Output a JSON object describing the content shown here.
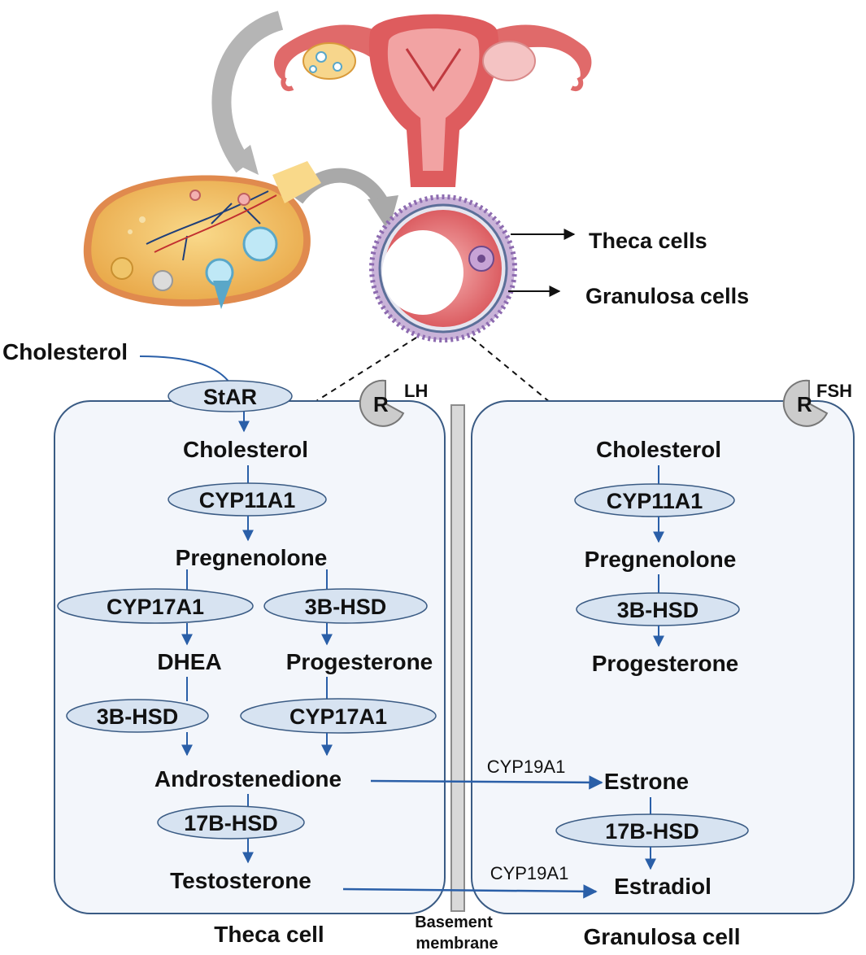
{
  "top_labels": {
    "theca_cells": "Theca cells",
    "granulosa_cells": "Granulosa cells",
    "cholesterol_outside": "Cholesterol",
    "star": "StAR"
  },
  "receptors": {
    "r_symbol": "R",
    "lh": "LH",
    "fsh": "FSH"
  },
  "theca": {
    "cell_label": "Theca cell",
    "cholesterol": "Cholesterol",
    "cyp11a1": "CYP11A1",
    "pregnenolone": "Pregnenolone",
    "cyp17a1_left": "CYP17A1",
    "hsd3b_right": "3B-HSD",
    "dhea": "DHEA",
    "progesterone": "Progesterone",
    "hsd3b_left": "3B-HSD",
    "cyp17a1_right": "CYP17A1",
    "androstenedione": "Androstenedione",
    "hsd17b": "17B-HSD",
    "testosterone": "Testosterone"
  },
  "granulosa": {
    "cell_label": "Granulosa cell",
    "cholesterol": "Cholesterol",
    "cyp11a1": "CYP11A1",
    "pregnenolone": "Pregnenolone",
    "hsd3b": "3B-HSD",
    "progesterone": "Progesterone",
    "estrone": "Estrone",
    "hsd17b": "17B-HSD",
    "estradiol": "Estradiol"
  },
  "transfer": {
    "cyp19a1_top": "CYP19A1",
    "cyp19a1_bottom": "CYP19A1"
  },
  "membrane": {
    "line1": "Basement",
    "line2": "membrane"
  },
  "colors": {
    "cell_fill": "#f3f6fb",
    "cell_stroke": "#3a5b84",
    "enzyme_fill": "#d7e3f1",
    "arrow_blue": "#2a5fa8",
    "receptor_fill": "#cccccc"
  }
}
